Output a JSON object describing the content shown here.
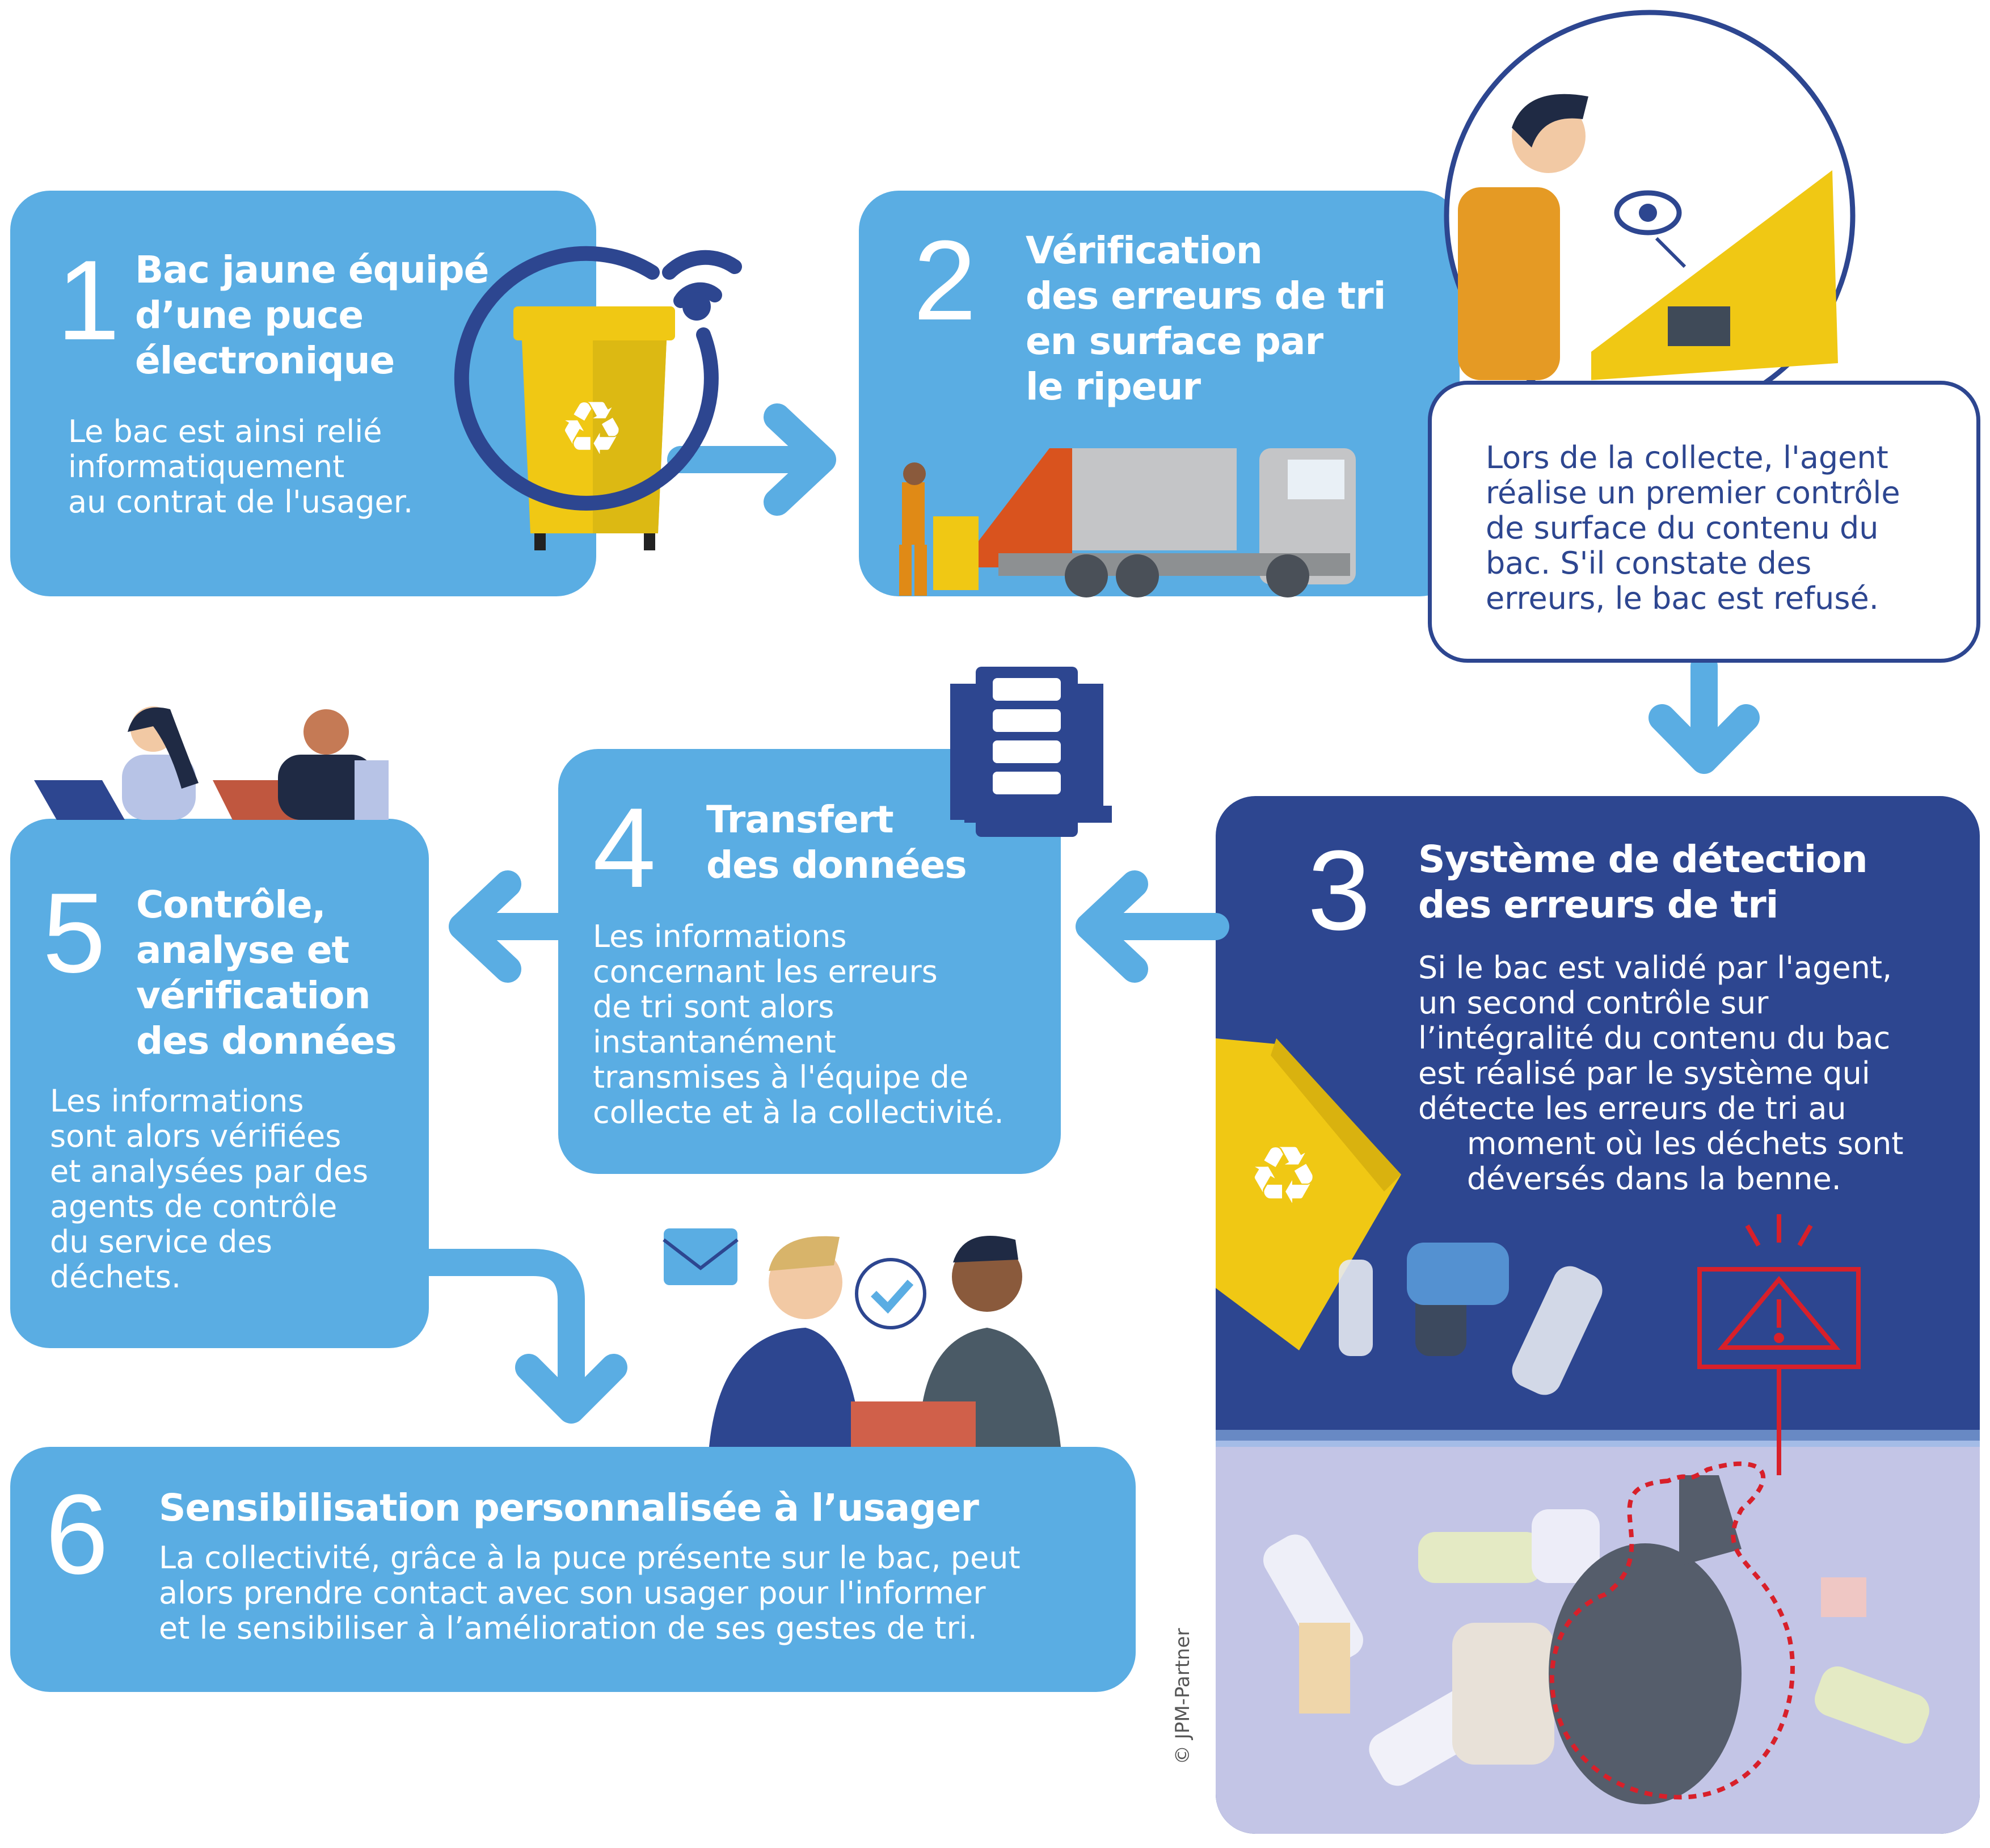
{
  "steps": [
    {
      "number": "1",
      "title": "Bac jaune équipé\nd’une puce\nélectronique",
      "body": "Le bac est ainsi relié\ninformatiquement\nau contrat de l'usager."
    },
    {
      "number": "2",
      "title": "Vérification\ndes erreurs de tri\nen surface par\nle ripeur",
      "body": "Lors de la collecte, l'agent\nréalise un premier contrôle\nde surface du contenu du\nbac. S'il constate des\nerreurs, le bac est refusé."
    },
    {
      "number": "3",
      "title": "Système de détection\ndes erreurs de tri",
      "body": "Si le bac est validé par l'agent,\nun second contrôle sur\nl’intégralité du contenu du bac\nest réalisé par le système qui\ndétecte les erreurs de tri au\n     moment où les déchets sont\n     déversés dans la benne."
    },
    {
      "number": "4",
      "title": "Transfert\ndes données",
      "body": "Les informations\nconcernant les erreurs\nde tri sont alors\ninstantanément\ntransmises à l'équipe de\ncollecte et à la collectivité."
    },
    {
      "number": "5",
      "title": "Contrôle,\nanalyse et\nvérification\ndes données",
      "body": "Les informations\nsont alors vérifiées\net analysées par des\nagents de contrôle\ndu service des\ndéchets."
    },
    {
      "number": "6",
      "title": "Sensibilisation personnalisée à l’usager",
      "body": "La collectivité, grâce à la puce présente sur le bac, peut\nalors prendre contact avec son usager pour l'informer\net le sensibiliser à l’amélioration de ses gestes de tri."
    }
  ],
  "copyright": "© JPM-Partner",
  "colors": {
    "light_blue": "#5aade3",
    "navy": "#2d4690",
    "yellow": "#f0c814",
    "alert_red": "#d8202a"
  }
}
